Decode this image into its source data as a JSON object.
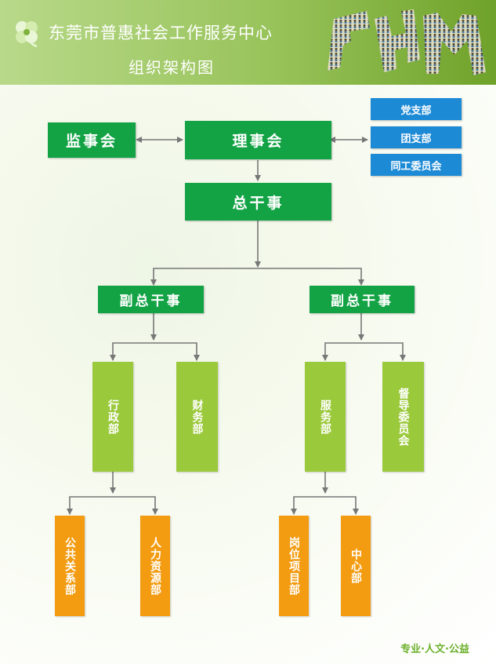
{
  "header": {
    "title": "东莞市普惠社会工作服务中心",
    "subtitle": "组织架构图"
  },
  "nodes": {
    "board": "理事会",
    "supervisors": "监事会",
    "party_branch": "党支部",
    "league_branch": "团支部",
    "worker_committee": "同工委员会",
    "director_general": "总干事",
    "deputy_left": "副总干事",
    "deputy_right": "副总干事",
    "admin_dept": "行政部",
    "finance_dept": "财务部",
    "service_dept": "服务部",
    "supervision_committee": "督导委员会",
    "pr_dept": "公共关系部",
    "hr_dept": "人力资源部",
    "post_project_dept": "岗位项目部",
    "center": "中心部"
  },
  "footer": {
    "slogan": "专业·人文·公益"
  },
  "colors": {
    "header_green": "#8fbf4f",
    "dark_green": "#13a345",
    "light_green": "#9bc93c",
    "orange": "#f39c12",
    "blue": "#1d8ad6",
    "line": "#777777"
  }
}
